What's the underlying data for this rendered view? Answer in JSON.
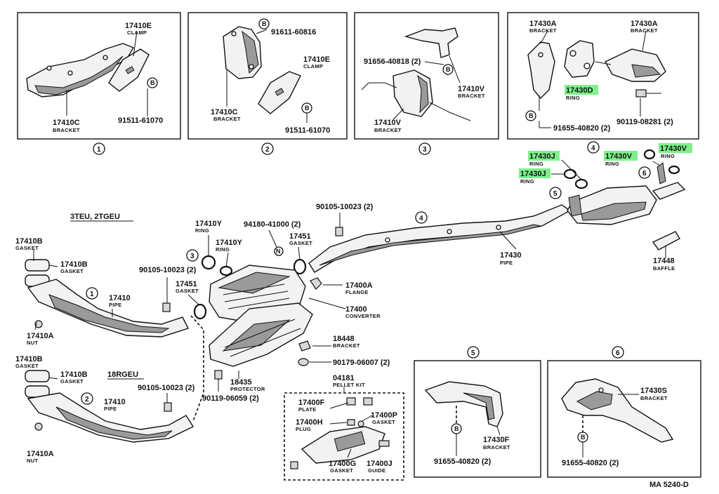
{
  "panels": {
    "p1": {
      "callout": "1",
      "labels": [
        {
          "no": "17410E",
          "name": "CLAMP"
        },
        {
          "no": "17410C",
          "name": "BRACKET"
        },
        {
          "no": "91511-61070",
          "name": ""
        }
      ]
    },
    "p2": {
      "callout": "2",
      "labels": [
        {
          "no": "91611-60816",
          "name": ""
        },
        {
          "no": "17410E",
          "name": "CLAMP"
        },
        {
          "no": "17410C",
          "name": "BRACKET"
        },
        {
          "no": "91511-61070",
          "name": ""
        }
      ]
    },
    "p3": {
      "callout": "3",
      "labels": [
        {
          "no": "91656-40818 (2)",
          "name": ""
        },
        {
          "no": "17410V",
          "name": "BRACKET"
        },
        {
          "no": "17410V",
          "name": "BRACKET"
        }
      ]
    },
    "p4": {
      "callout": "4",
      "labels": [
        {
          "no": "17430A",
          "name": "BRACKET"
        },
        {
          "no": "17430A",
          "name": "BRACKET"
        },
        {
          "no": "17430D",
          "name": "RING"
        },
        {
          "no": "91655-40820 (2)",
          "name": ""
        },
        {
          "no": "90119-08281 (2)",
          "name": ""
        }
      ]
    },
    "p5": {
      "callout": "5",
      "labels": [
        {
          "no": "17430F",
          "name": "BRACKET"
        },
        {
          "no": "91655-40820 (2)",
          "name": ""
        }
      ]
    },
    "p6": {
      "callout": "6",
      "labels": [
        {
          "no": "17430S",
          "name": "BRACKET"
        },
        {
          "no": "91655-40820 (2)",
          "name": ""
        }
      ]
    }
  },
  "bolt_marker": "B",
  "engine_variants": [
    "3TEU, 2TGEU",
    "18RGEU"
  ],
  "main_labels": [
    {
      "no": "17410B",
      "name": "GASKET"
    },
    {
      "no": "17410B",
      "name": "GASKET"
    },
    {
      "no": "17410",
      "name": "PIPE"
    },
    {
      "no": "17410A",
      "name": "NUT"
    },
    {
      "no": "90105-10023 (2)",
      "name": ""
    },
    {
      "no": "17410B",
      "name": "GASKET"
    },
    {
      "no": "17410B",
      "name": "GASKET"
    },
    {
      "no": "17410",
      "name": "PIPE"
    },
    {
      "no": "17410A",
      "name": "NUT"
    },
    {
      "no": "90105-10023 (2)",
      "name": ""
    },
    {
      "no": "17410Y",
      "name": "RING"
    },
    {
      "no": "17410Y",
      "name": "RING"
    },
    {
      "no": "17451",
      "name": "GASKET"
    },
    {
      "no": "94180-41000 (2)",
      "name": ""
    },
    {
      "no": "17451",
      "name": "GASKET"
    },
    {
      "no": "90105-10023 (2)",
      "name": ""
    },
    {
      "no": "17400A",
      "name": "FLANGE"
    },
    {
      "no": "17400",
      "name": "CONVERTER"
    },
    {
      "no": "18448",
      "name": "BRACKET"
    },
    {
      "no": "90179-06007 (2)",
      "name": ""
    },
    {
      "no": "18435",
      "name": "PROTECTOR"
    },
    {
      "no": "90119-06059 (2)",
      "name": ""
    },
    {
      "no": "04181",
      "name": "PELLET KIT"
    },
    {
      "no": "17400F",
      "name": "PLATE"
    },
    {
      "no": "17400H",
      "name": "PLUG"
    },
    {
      "no": "17400P",
      "name": "GASKET"
    },
    {
      "no": "17400G",
      "name": "GASKET"
    },
    {
      "no": "17400J",
      "name": "GUIDE"
    },
    {
      "no": "17430",
      "name": "PIPE"
    },
    {
      "no": "17430J",
      "name": "RING"
    },
    {
      "no": "17430J",
      "name": "RING"
    },
    {
      "no": "17430V",
      "name": "RING"
    },
    {
      "no": "17430V",
      "name": "RING"
    },
    {
      "no": "17448",
      "name": "BAFFLE"
    }
  ],
  "callouts": [
    "1",
    "2",
    "3",
    "4",
    "5",
    "6"
  ],
  "ref_code": "MA 5240-D",
  "highlight_color": "#7ef08a"
}
